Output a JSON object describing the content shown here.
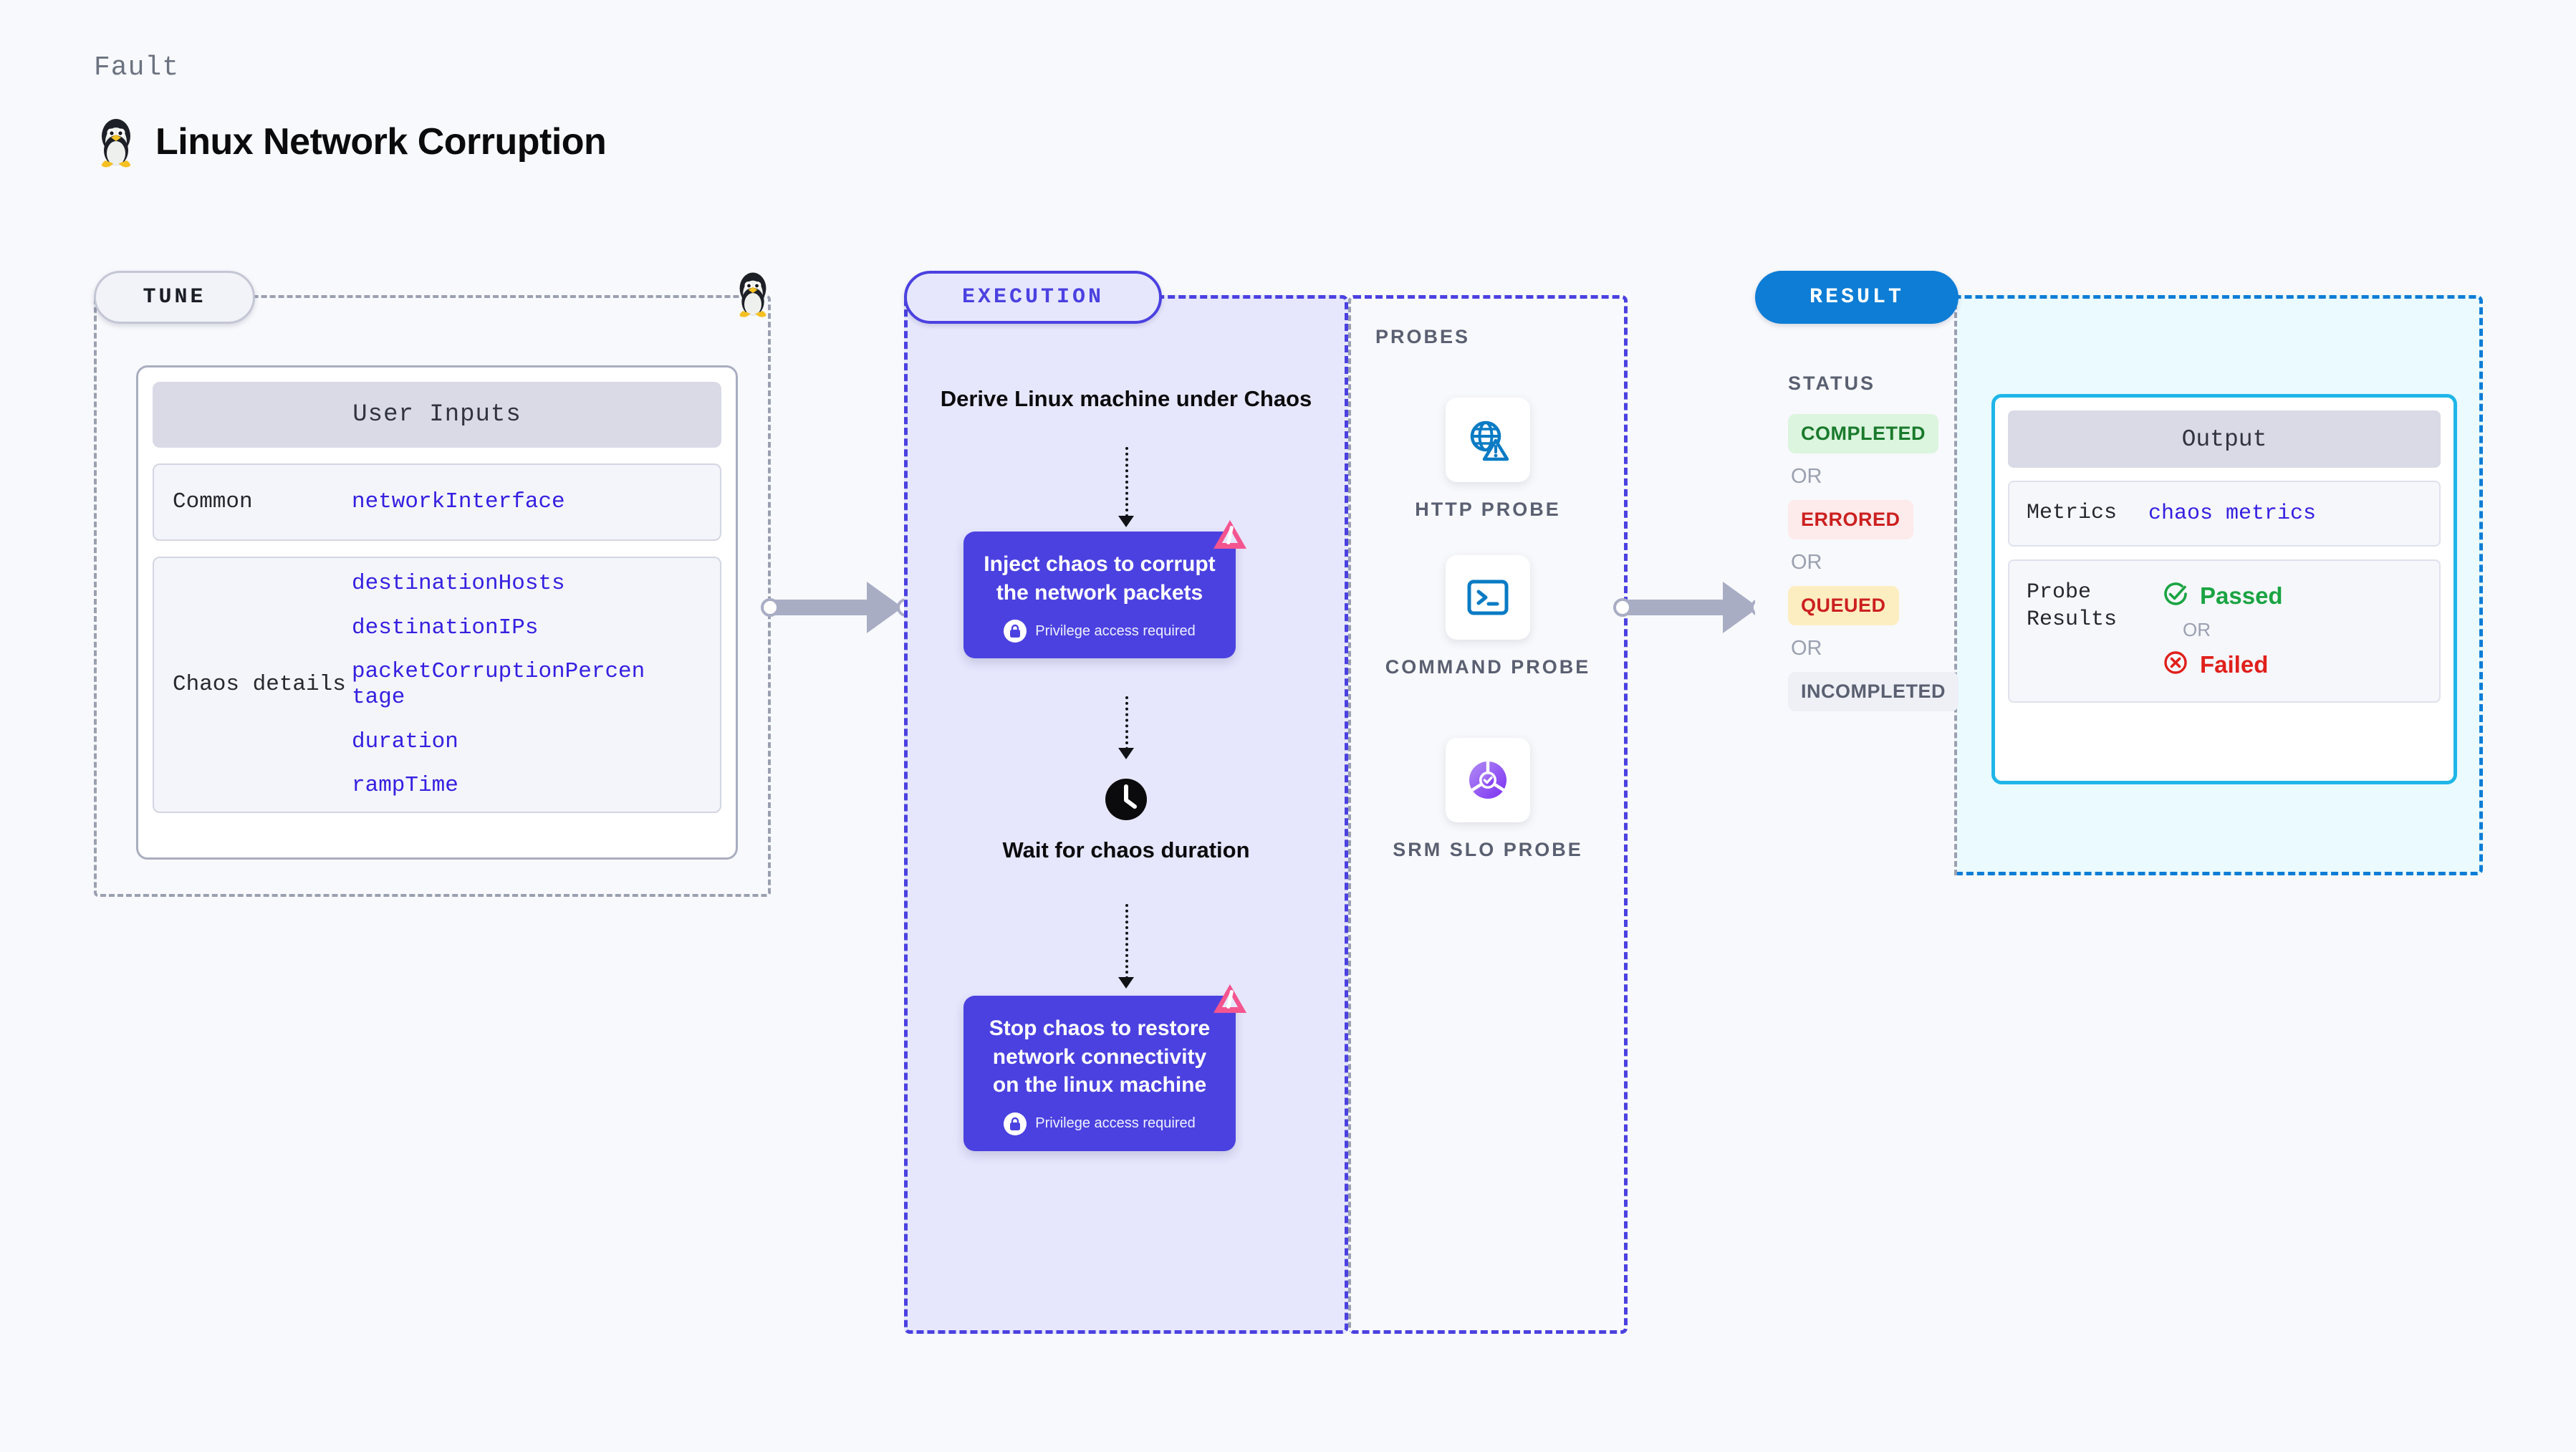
{
  "header": {
    "kicker": "Fault",
    "title": "Linux Network Corruption",
    "icon": "tux-penguin-icon"
  },
  "tune": {
    "badge": "TUNE",
    "card_title": "User Inputs",
    "rows": [
      {
        "key": "Common",
        "values": [
          "networkInterface"
        ]
      },
      {
        "key": "Chaos details",
        "values": [
          "destinationHosts",
          "destinationIPs",
          "packetCorruptionPercentage",
          "duration",
          "rampTime"
        ]
      }
    ]
  },
  "execution": {
    "badge": "EXECUTION",
    "start_title": "Derive Linux machine under Chaos",
    "step1": {
      "text": "Inject chaos to corrupt the network packets",
      "privilege": "Privilege access required"
    },
    "wait": {
      "text": "Wait for chaos duration",
      "icon": "clock-icon"
    },
    "step2": {
      "text": "Stop chaos to restore network connectivity on the linux machine",
      "privilege": "Privilege access required"
    }
  },
  "probes": {
    "label": "PROBES",
    "items": [
      {
        "name": "HTTP PROBE",
        "icon": "globe-warning-icon"
      },
      {
        "name": "COMMAND PROBE",
        "icon": "terminal-icon"
      },
      {
        "name": "SRM SLO PROBE",
        "icon": "slo-donut-check-icon"
      }
    ]
  },
  "result": {
    "badge": "RESULT",
    "status_label": "STATUS",
    "or_label": "OR",
    "statuses": [
      {
        "label": "COMPLETED",
        "bg": "#dcf5df",
        "color": "#1a7a2c"
      },
      {
        "label": "ERRORED",
        "bg": "#fdeaea",
        "color": "#cc2020"
      },
      {
        "label": "QUEUED",
        "bg": "#fdeec2",
        "color": "#cc2020"
      },
      {
        "label": "INCOMPLETED",
        "bg": "#eef0f6",
        "color": "#5a6071"
      }
    ],
    "output": {
      "title": "Output",
      "metrics_key": "Metrics",
      "metrics_value": "chaos metrics",
      "probe_results_key": "Probe Results",
      "passed_label": "Passed",
      "failed_label": "Failed",
      "or_label": "OR"
    }
  },
  "colors": {
    "accent_purple": "#4b41e0",
    "accent_blue": "#0d7dd6",
    "accent_cyan": "#1fb6e8",
    "mono_value": "#3520e0",
    "pass_green": "#1aa442",
    "fail_red": "#e0201b",
    "litmus_pink": "#f4558f"
  }
}
